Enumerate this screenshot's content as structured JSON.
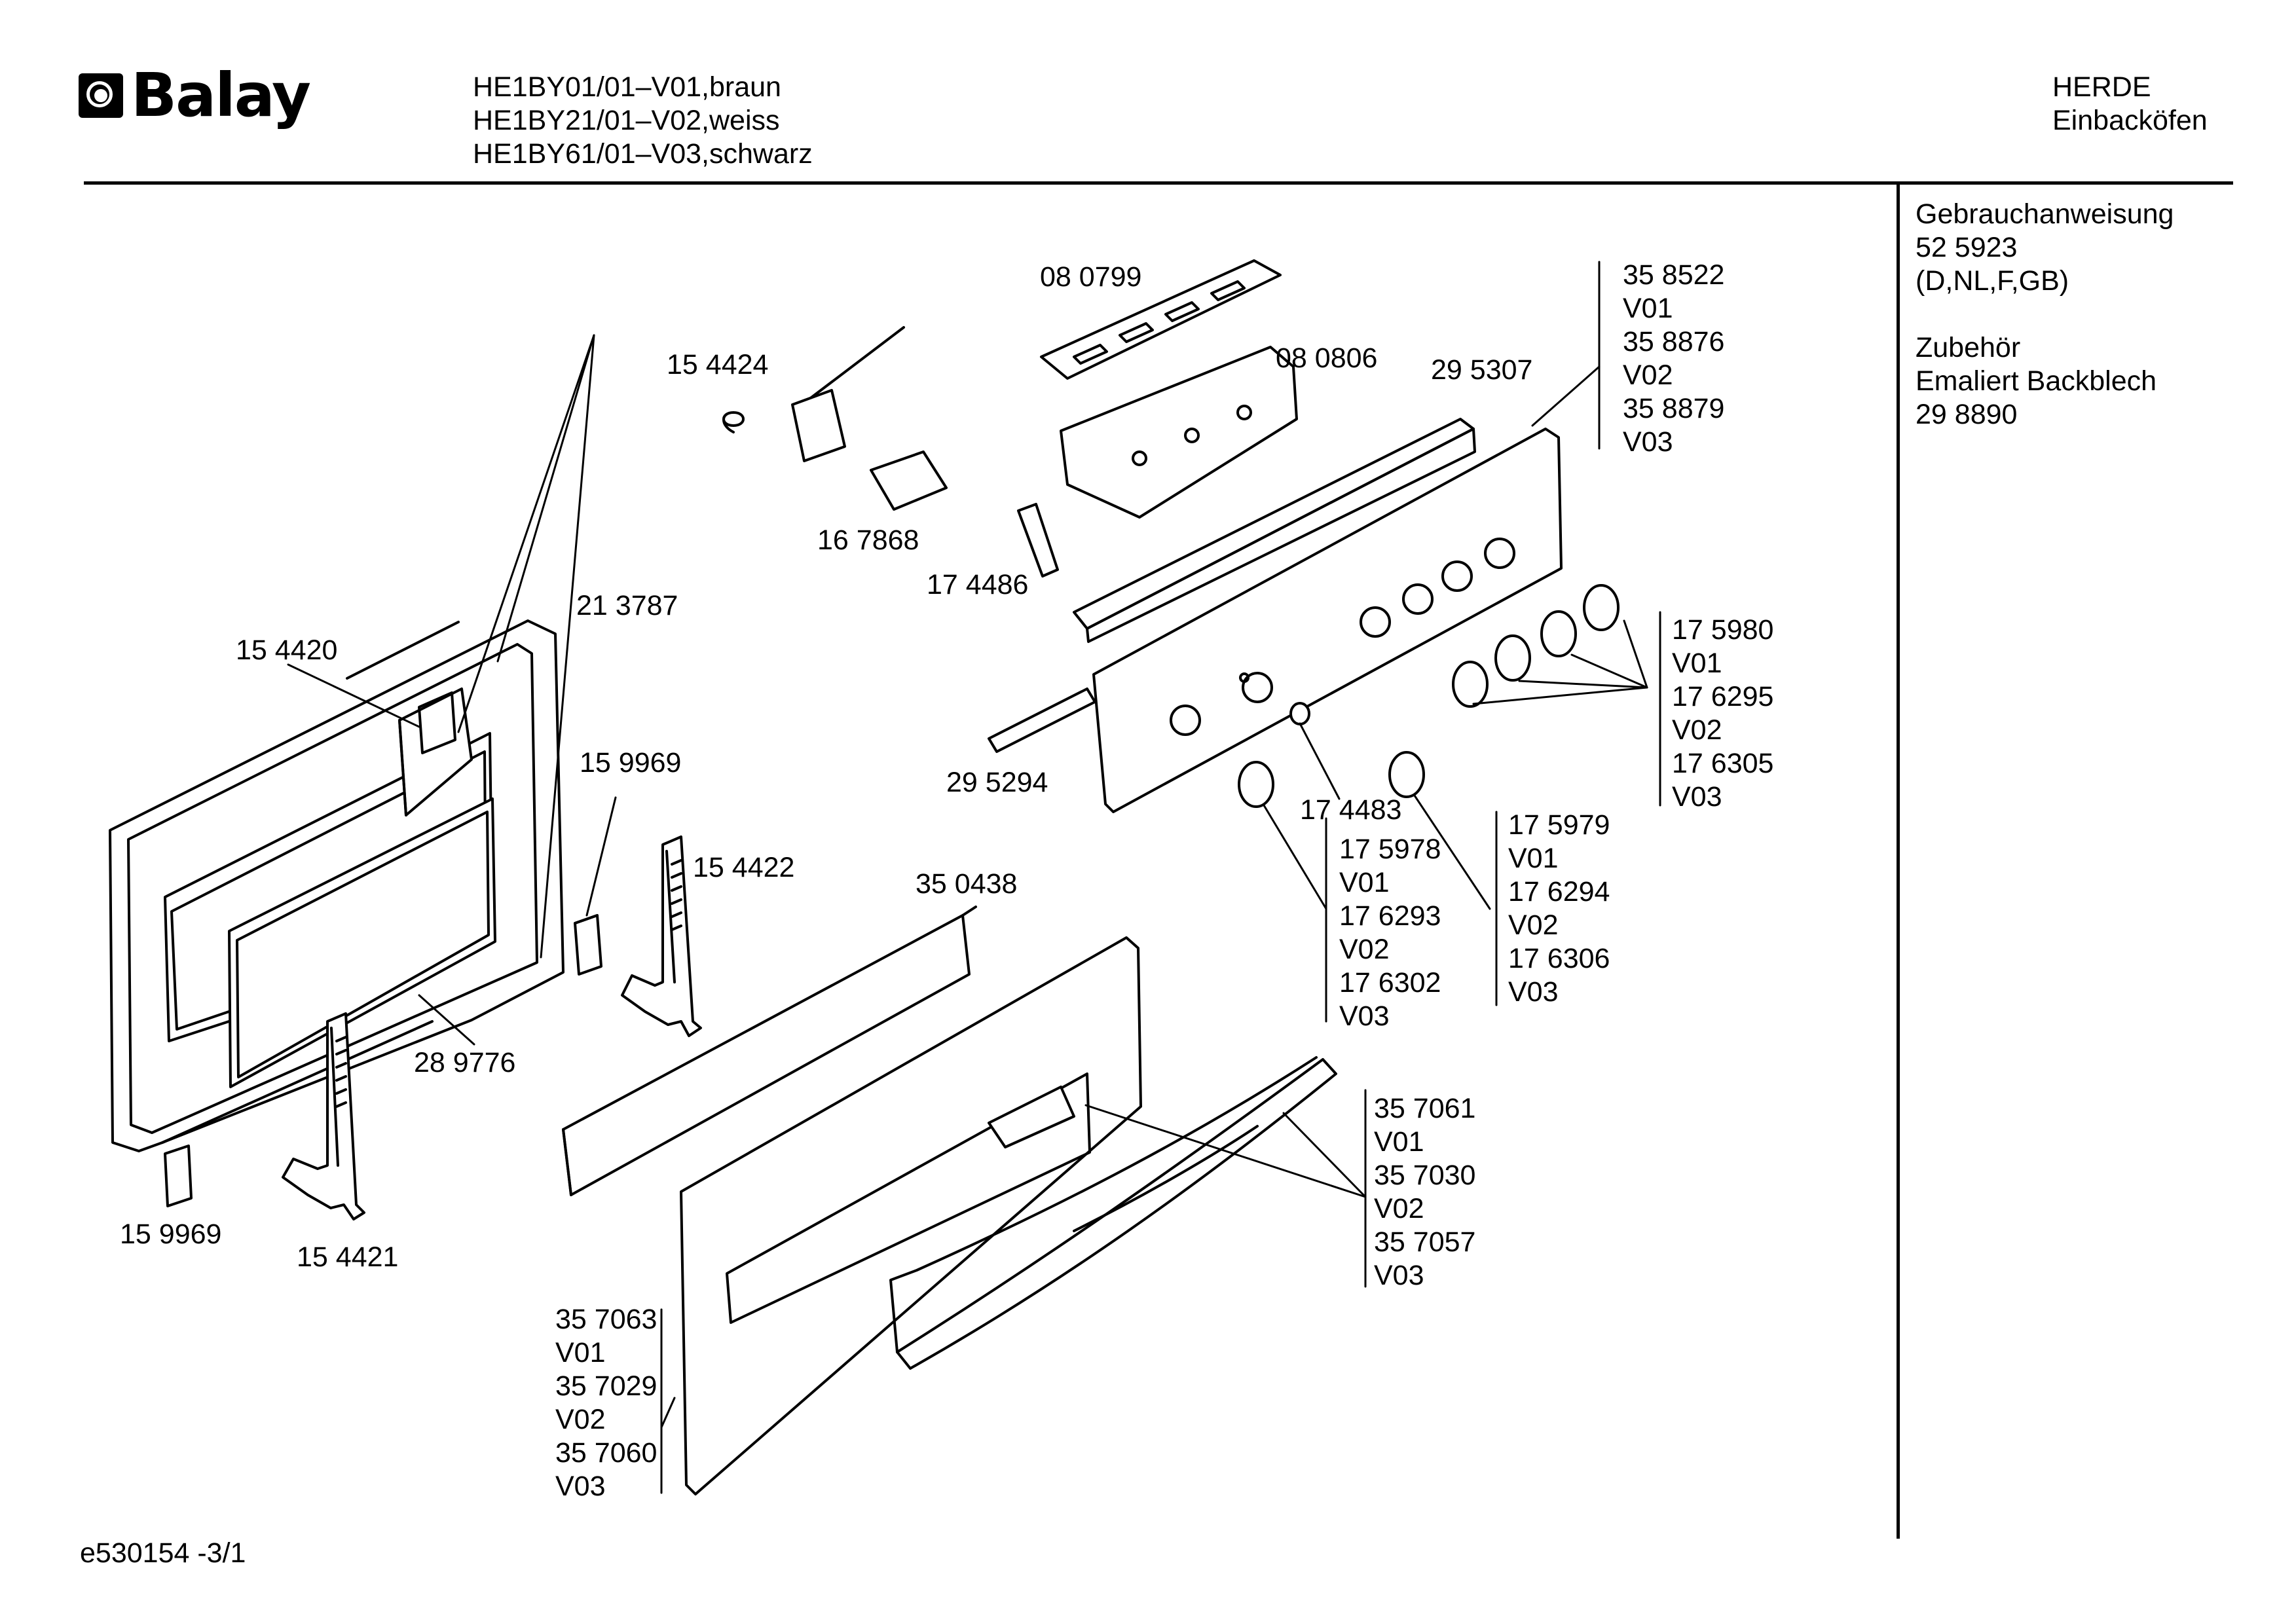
{
  "header": {
    "brand": "Balay",
    "models": [
      "HE1BY01/01–V01,braun",
      "HE1BY21/01–V02,weiss",
      "HE1BY61/01–V03,schwarz"
    ],
    "category": [
      "HERDE",
      "Einbacköfen"
    ]
  },
  "sidebar": {
    "manual_title": "Gebrauchanweisung",
    "manual_number": "52 5923",
    "manual_languages": "(D,NL,F,GB)",
    "accessory_title": "Zubehör",
    "accessory_name": "Emaliert Backblech",
    "accessory_number": "29 8890"
  },
  "parts": {
    "p080799": "08 0799",
    "p154424": "15 4424",
    "p080806": "08 0806",
    "p295307": "29 5307",
    "p167868": "16 7868",
    "p174486": "17 4486",
    "p213787": "21 3787",
    "p154420": "15 4420",
    "p159969a": "15 9969",
    "p154422": "15 4422",
    "p350438": "35 0438",
    "p295294": "29 5294",
    "p174483": "17 4483",
    "p289776": "28 9776",
    "p159969b": "15 9969",
    "p154421": "15 4421"
  },
  "variant_stacks": {
    "panel": [
      "35 8522",
      "V01",
      "35 8876",
      "V02",
      "35 8879",
      "V03"
    ],
    "knobs_right": [
      "17 5980",
      "V01",
      "17 6295",
      "V02",
      "17 6305",
      "V03"
    ],
    "knob_left": [
      "17 5978",
      "V01",
      "17 6293",
      "V02",
      "17 6302",
      "V03"
    ],
    "knob_mid": [
      "17 5979",
      "V01",
      "17 6294",
      "V02",
      "17 6306",
      "V03"
    ],
    "handle": [
      "35 7061",
      "V01",
      "35 7030",
      "V02",
      "35 7057",
      "V03"
    ],
    "door_glass": [
      "35 7063",
      "V01",
      "35 7029",
      "V02",
      "35 7060",
      "V03"
    ]
  },
  "footer": {
    "drawing_id": "e530154 -3/1"
  }
}
